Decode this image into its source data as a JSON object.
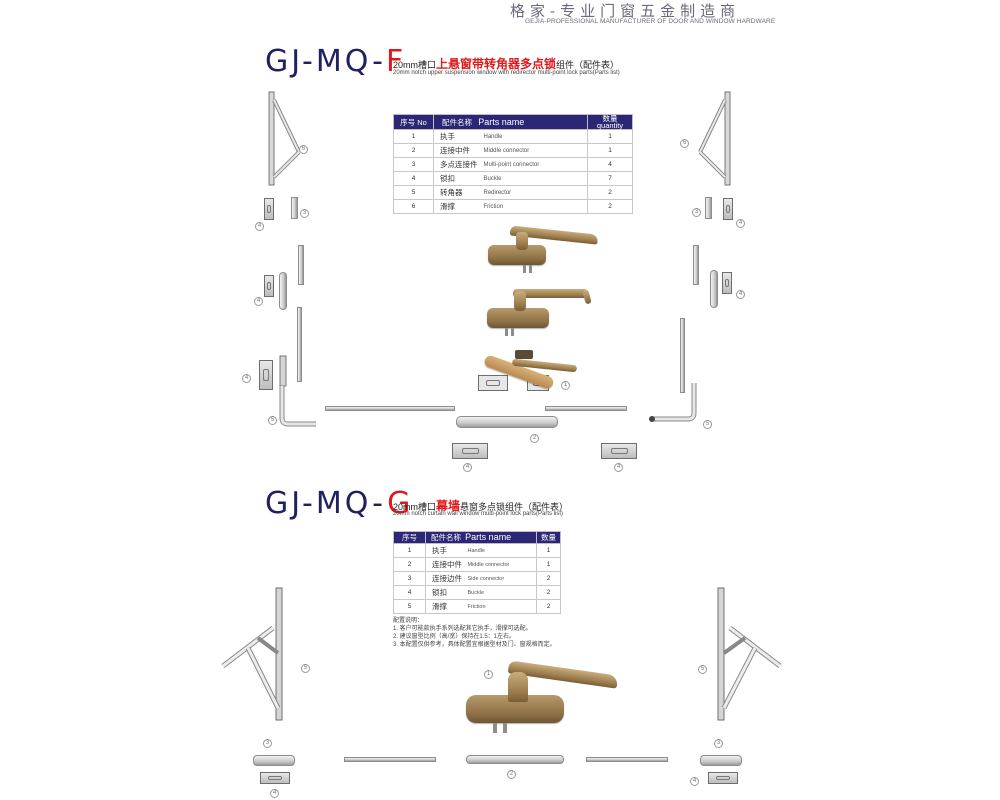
{
  "header": {
    "brand_cn": "格家-专业门窗五金制造商",
    "brand_en": "GEJIA-PROFESSIONAL MANUFACTURER OF DOOR AND WINDOW HARDWARE"
  },
  "section_f": {
    "model_prefix": "GJ-MQ-",
    "model_suffix": "F",
    "subtitle_cn_pre": "20mm槽口",
    "subtitle_cn_highlight": "上悬窗带转角器多点锁",
    "subtitle_cn_post": "组件（配件表）",
    "subtitle_en": "20mm notch upper suspension window with redirector multi-point lock parts(Parts list)",
    "table": {
      "headers": {
        "no": "序号 No",
        "name_cn": "配件名称",
        "name_en": "Parts name",
        "qty_cn": "数量",
        "qty_en": "quantity"
      },
      "rows": [
        {
          "no": "1",
          "cn": "执手",
          "en": "Handle",
          "qty": "1"
        },
        {
          "no": "2",
          "cn": "连接中件",
          "en": "Middle connector",
          "qty": "1"
        },
        {
          "no": "3",
          "cn": "多点连接件",
          "en": "Multi-point connector",
          "qty": "4"
        },
        {
          "no": "4",
          "cn": "锁扣",
          "en": "Buckle",
          "qty": "7"
        },
        {
          "no": "5",
          "cn": "转角器",
          "en": "Redirector",
          "qty": "2"
        },
        {
          "no": "6",
          "cn": "滑撑",
          "en": "Friction",
          "qty": "2"
        }
      ]
    },
    "callouts": {
      "friction": "6",
      "connector": "3",
      "buckle": "4",
      "redirector": "5",
      "handle": "1",
      "middle": "2"
    }
  },
  "section_g": {
    "model_prefix": "GJ-MQ-",
    "model_suffix": "G",
    "subtitle_cn_pre": "20mm槽口",
    "subtitle_cn_highlight": "幕墙",
    "subtitle_cn_post": "悬窗多点锁组件（配件表）",
    "subtitle_en": "20mm notch curtain wall window multi-point lock parts(Parts list)",
    "table": {
      "headers": {
        "no": "序号",
        "name_cn": "配件名称",
        "name_en": "Parts name",
        "qty": "数量"
      },
      "rows": [
        {
          "no": "1",
          "cn": "执手",
          "en": "Handle",
          "qty": "1"
        },
        {
          "no": "2",
          "cn": "连接中件",
          "en": "Middle connector",
          "qty": "1"
        },
        {
          "no": "3",
          "cn": "连接边件",
          "en": "Side connector",
          "qty": "2"
        },
        {
          "no": "4",
          "cn": "锁扣",
          "en": "Buckle",
          "qty": "2"
        },
        {
          "no": "5",
          "cn": "滑撑",
          "en": "Friction",
          "qty": "2"
        }
      ]
    },
    "notes": {
      "title": "配置说明：",
      "items": [
        "1. 客户可能款执手系列选配其它执手，滑撑可选配。",
        "2. 建议窗型比例（高/宽）保持在1.5：1左右。",
        "3. 本配置仅供参考，具体配置宜根据型材及门、窗规格而定。"
      ]
    },
    "callouts": {
      "friction": "5",
      "connector": "3",
      "buckle": "4",
      "handle": "1",
      "middle": "2"
    }
  },
  "colors": {
    "navy": "#1f2160",
    "red": "#e0191d",
    "table_header": "#2b2676",
    "bronze": "#9a7b4c"
  }
}
